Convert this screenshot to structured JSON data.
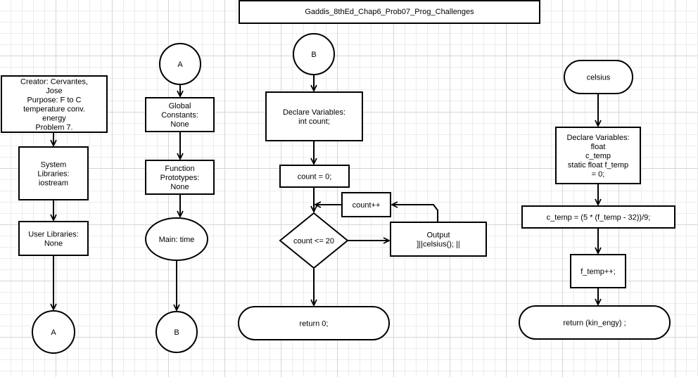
{
  "title": "Gaddis_8thEd_Chap6_Prob07_Prog_Challenges",
  "nodes": [
    {
      "id": "creator",
      "lines": [
        "Creator: Cervantes,",
        "Jose",
        "Purpose: F to C",
        "temperature conv.",
        "energy",
        "Problem 7."
      ]
    },
    {
      "id": "system-libraries",
      "lines": [
        "System",
        "Libraries:",
        "iostream"
      ]
    },
    {
      "id": "user-libraries",
      "lines": [
        "User Libraries:",
        "None"
      ]
    },
    {
      "id": "connector-a-out",
      "lines": [
        "A"
      ]
    },
    {
      "id": "connector-a-in",
      "lines": [
        "A"
      ]
    },
    {
      "id": "global-constants",
      "lines": [
        "Global",
        "Constants:",
        "None"
      ]
    },
    {
      "id": "function-prototypes",
      "lines": [
        "Function",
        "Prototypes:",
        "None"
      ]
    },
    {
      "id": "main",
      "lines": [
        "Main: time"
      ]
    },
    {
      "id": "connector-b-out",
      "lines": [
        "B"
      ]
    },
    {
      "id": "connector-b-in",
      "lines": [
        "B"
      ]
    },
    {
      "id": "declare-count",
      "lines": [
        "Declare Variables:",
        "int count;"
      ]
    },
    {
      "id": "count-init",
      "lines": [
        "count = 0;"
      ]
    },
    {
      "id": "count-condition",
      "lines": [
        "count <= 20"
      ]
    },
    {
      "id": "output",
      "lines": [
        "Output",
        "]||celsius(); ||"
      ]
    },
    {
      "id": "count-increment",
      "lines": [
        "count++"
      ]
    },
    {
      "id": "return-main",
      "lines": [
        "return 0;"
      ]
    },
    {
      "id": "celsius-start",
      "lines": [
        "celsius"
      ]
    },
    {
      "id": "declare-celsius",
      "lines": [
        "Declare Variables:",
        "float",
        "c_temp",
        "static float f_temp",
        "= 0;"
      ]
    },
    {
      "id": "c-temp-formula",
      "lines": [
        "c_temp = (5 * (f_temp - 32))/9;"
      ]
    },
    {
      "id": "f-temp-increment",
      "lines": [
        "f_temp++;"
      ]
    },
    {
      "id": "return-celsius",
      "lines": [
        "return (kin_engy)  ;"
      ]
    }
  ]
}
